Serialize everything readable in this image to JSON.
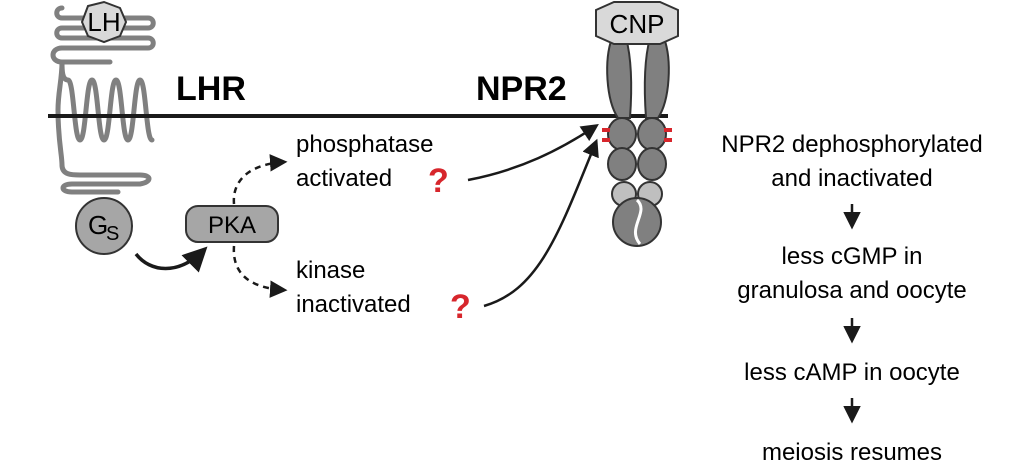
{
  "receptors": {
    "lh_label": "LH",
    "lhr_label": "LHR",
    "npr2_label": "NPR2",
    "cnp_label": "CNP",
    "gs_main": "G",
    "gs_sub": "S",
    "pka_label": "PKA"
  },
  "phosphatase": {
    "line1": "phosphatase",
    "line2": "activated",
    "mark": "?"
  },
  "kinase": {
    "line1": "kinase",
    "line2": "inactivated",
    "mark": "?"
  },
  "outcomes": {
    "step1_line1": "NPR2 dephosphorylated",
    "step1_line2": "and inactivated",
    "step2_line1": "less cGMP in",
    "step2_line2": "granulosa and oocyte",
    "step3": "less cAMP in oocyte",
    "step4": "meiosis resumes"
  },
  "colors": {
    "membrane": "#1a1a1a",
    "receptor_gray": "#8c8c8c",
    "question_red": "#d7262c",
    "arrow": "#1a1a1a"
  }
}
